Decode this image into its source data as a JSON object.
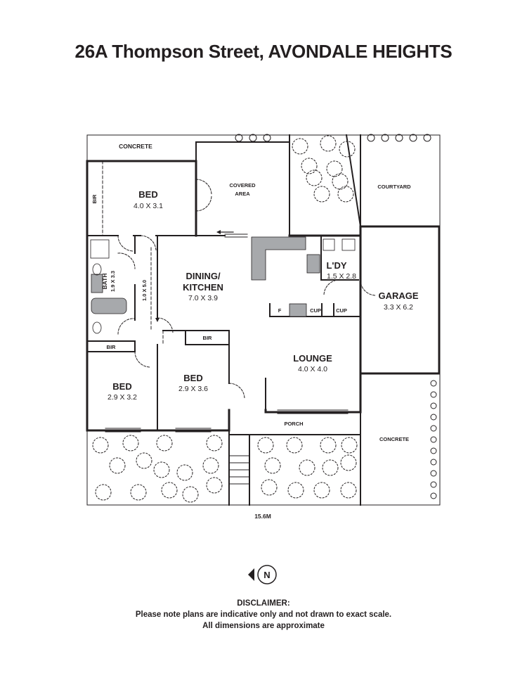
{
  "title": "26A Thompson Street, AVONDALE HEIGHTS",
  "rooms": {
    "bed1": {
      "name": "BED",
      "dims": "4.0 X 3.1"
    },
    "covered": {
      "name1": "COVERED",
      "name2": "AREA"
    },
    "courtyard": {
      "name": "COURTYARD"
    },
    "concrete_top": {
      "name": "CONCRETE"
    },
    "bir1": {
      "name": "BIR"
    },
    "bath": {
      "name": "BATH",
      "dims": "1.9 X 3.3"
    },
    "hall": {
      "dims": "1.0 X 5.0"
    },
    "dining": {
      "name1": "DINING/",
      "name2": "KITCHEN",
      "dims": "7.0 X 3.9"
    },
    "ldy": {
      "name": "L'DY",
      "dims": "1.5 X 2.8"
    },
    "garage": {
      "name": "GARAGE",
      "dims": "3.3 X 6.2"
    },
    "fridge": {
      "name": "F"
    },
    "cup1": {
      "name": "CUP"
    },
    "cup2": {
      "name": "CUP"
    },
    "bir2": {
      "name": "BIR"
    },
    "bir3": {
      "name": "BIR"
    },
    "bed2": {
      "name": "BED",
      "dims": "2.9 X 3.2"
    },
    "bed3": {
      "name": "BED",
      "dims": "2.9 X 3.6"
    },
    "lounge": {
      "name": "LOUNGE",
      "dims": "4.0 X 4.0"
    },
    "porch": {
      "name": "PORCH"
    },
    "concrete_right": {
      "name": "CONCRETE"
    }
  },
  "width_label": "15.6M",
  "compass": {
    "letter": "N"
  },
  "disclaimer": {
    "heading": "DISCLAIMER:",
    "line1": "Please note plans are indicative only and not drawn to exact scale.",
    "line2": "All dimensions are approximate"
  },
  "colors": {
    "walls": "#231f20",
    "fixtures": "#a7a9ac",
    "background": "#ffffff"
  }
}
